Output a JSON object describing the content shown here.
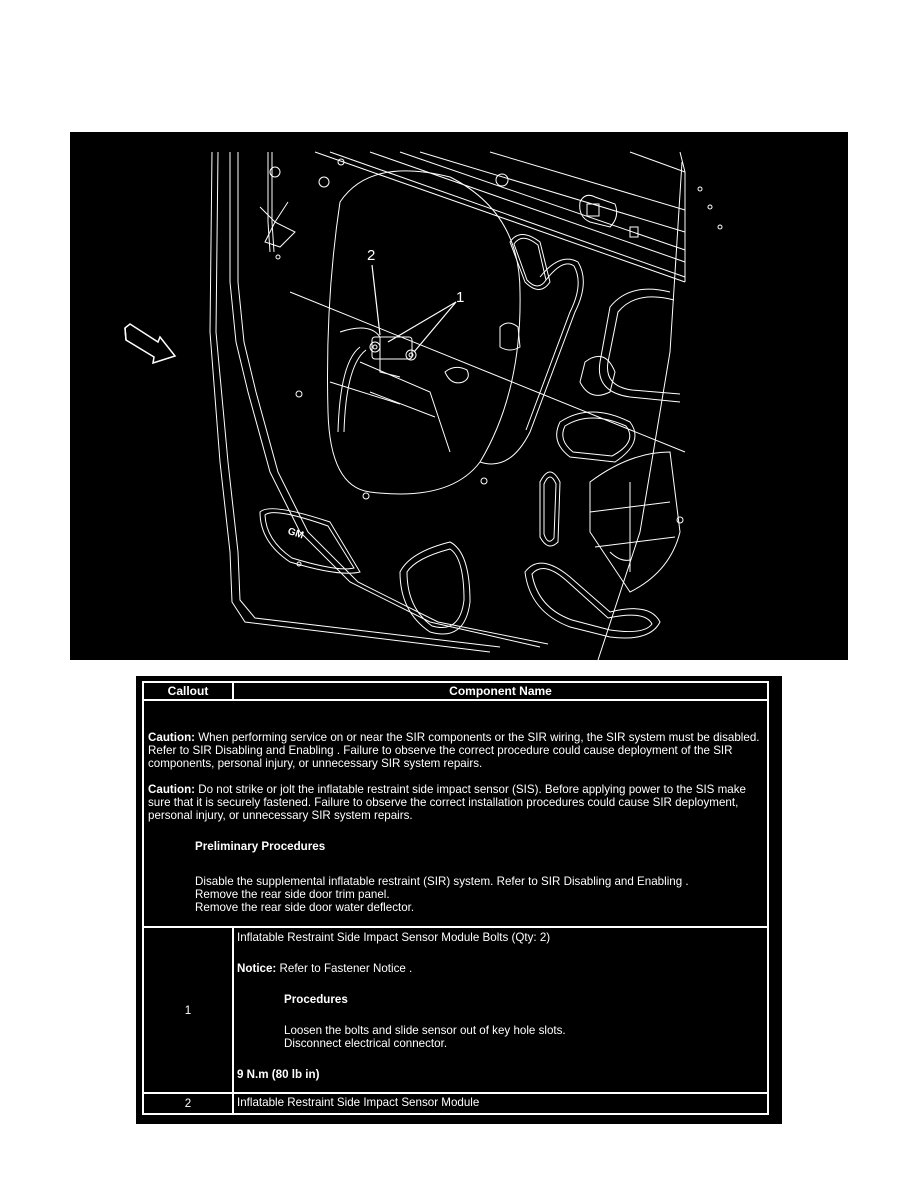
{
  "figure": {
    "description": "Rear side door inner panel line drawing showing side impact sensor module location",
    "callout_labels": [
      "1",
      "2"
    ],
    "logo_text": "GM",
    "direction_arrow": "front-arrow-icon",
    "colors": {
      "background": "#000000",
      "line": "#ffffff"
    }
  },
  "table": {
    "headers": {
      "callout": "Callout",
      "component": "Component Name"
    },
    "intro": {
      "caution1_label": "Caution:",
      "caution1_text": " When performing service on or near the SIR components or the SIR wiring, the SIR system must be disabled. Refer to SIR Disabling and Enabling . Failure to observe the correct procedure could cause deployment of the SIR components, personal injury, or unnecessary SIR system repairs.",
      "caution2_label": "Caution:",
      "caution2_text": " Do not strike or jolt the inflatable restraint side impact sensor (SIS). Before applying power to the SIS make sure that it is securely fastened. Failure to observe the correct installation procedures could cause SIR deployment, personal injury, or unnecessary SIR system repairs.",
      "preliminary_heading": "Preliminary Procedures",
      "preliminary_steps": [
        "Disable the supplemental inflatable restraint (SIR) system. Refer to SIR Disabling and Enabling .",
        "Remove the rear side door trim panel.",
        "Remove the rear side door water deflector."
      ]
    },
    "rows": [
      {
        "callout": "1",
        "name": "Inflatable Restraint Side Impact Sensor Module Bolts (Qty: 2)",
        "notice_label": "Notice:",
        "notice_text": " Refer to Fastener Notice .",
        "procedures_heading": "Procedures",
        "procedures": [
          "Loosen the bolts and slide sensor out of key hole slots.",
          "Disconnect electrical connector."
        ],
        "torque": "9 N.m (80 lb in)"
      },
      {
        "callout": "2",
        "name": "Inflatable Restraint Side Impact Sensor Module"
      }
    ]
  }
}
